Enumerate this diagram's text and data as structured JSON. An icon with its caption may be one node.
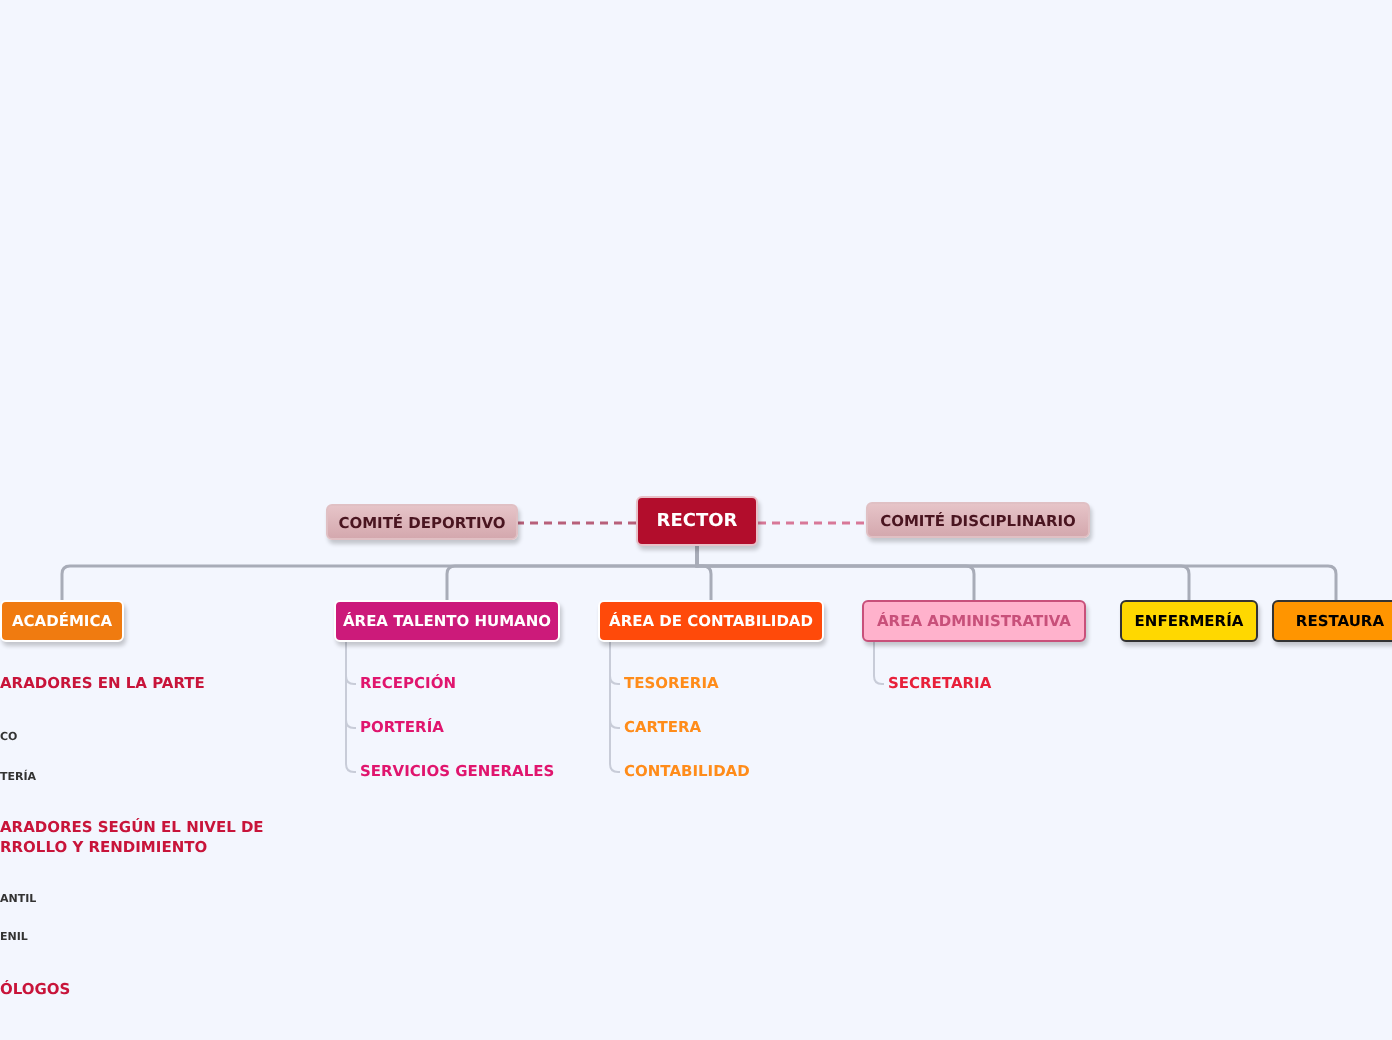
{
  "diagram": {
    "nodes": [
      {
        "text": [
          "RECTOR"
        ]
      },
      {
        "text": [
          "COMITÉ DEPORTIVO"
        ]
      },
      {
        "text": [
          "COMITÉ DISCIPLINARIO"
        ]
      },
      {
        "text": [
          "ACADÉMICA"
        ]
      },
      {
        "text": [
          "ÁREA TALENTO HUMANO"
        ]
      },
      {
        "text": [
          "ÁREA DE CONTABILIDAD"
        ]
      },
      {
        "text": [
          "ÁREA ADMINISTRATIVA"
        ]
      },
      {
        "text": [
          "ENFERMERÍA"
        ]
      },
      {
        "text": [
          "RESTAURA"
        ]
      },
      {
        "text": [
          "RECEPCIÓN"
        ]
      },
      {
        "text": [
          "PORTERÍA"
        ]
      },
      {
        "text": [
          "SERVICIOS GENERALES"
        ]
      },
      {
        "text": [
          "TESORERIA"
        ]
      },
      {
        "text": [
          "CARTERA"
        ]
      },
      {
        "text": [
          "CONTABILIDAD"
        ]
      },
      {
        "text": [
          "SECRETARIA"
        ]
      }
    ],
    "edges": [
      {
        "from": 0,
        "to": 1,
        "arrow": "none",
        "style": "dashed",
        "color": "#b8607a"
      },
      {
        "from": 0,
        "to": 2,
        "arrow": "none",
        "style": "dashed",
        "color": "#d87898"
      },
      {
        "from": 0,
        "to": 3,
        "arrow": "none"
      },
      {
        "from": 0,
        "to": 4,
        "arrow": "none"
      },
      {
        "from": 0,
        "to": 5,
        "arrow": "none"
      },
      {
        "from": 0,
        "to": 6,
        "arrow": "none"
      },
      {
        "from": 0,
        "to": 7,
        "arrow": "none"
      },
      {
        "from": 0,
        "to": 8,
        "arrow": "none"
      },
      {
        "from": 4,
        "to": 9,
        "arrow": "none"
      },
      {
        "from": 4,
        "to": 10,
        "arrow": "none"
      },
      {
        "from": 4,
        "to": 11,
        "arrow": "none"
      },
      {
        "from": 5,
        "to": 12,
        "arrow": "none"
      },
      {
        "from": 5,
        "to": 13,
        "arrow": "none"
      },
      {
        "from": 5,
        "to": 14,
        "arrow": "none"
      },
      {
        "from": 6,
        "to": 15,
        "arrow": "none"
      }
    ],
    "labels": [
      "ARADORES EN LA PARTE",
      "CO",
      "TERÍA",
      "ARADORES SEGÚN EL NIVEL DE RROLLO Y RENDIMIENTO",
      "ANTIL",
      "ENIL",
      "ÓLOGOS"
    ]
  }
}
